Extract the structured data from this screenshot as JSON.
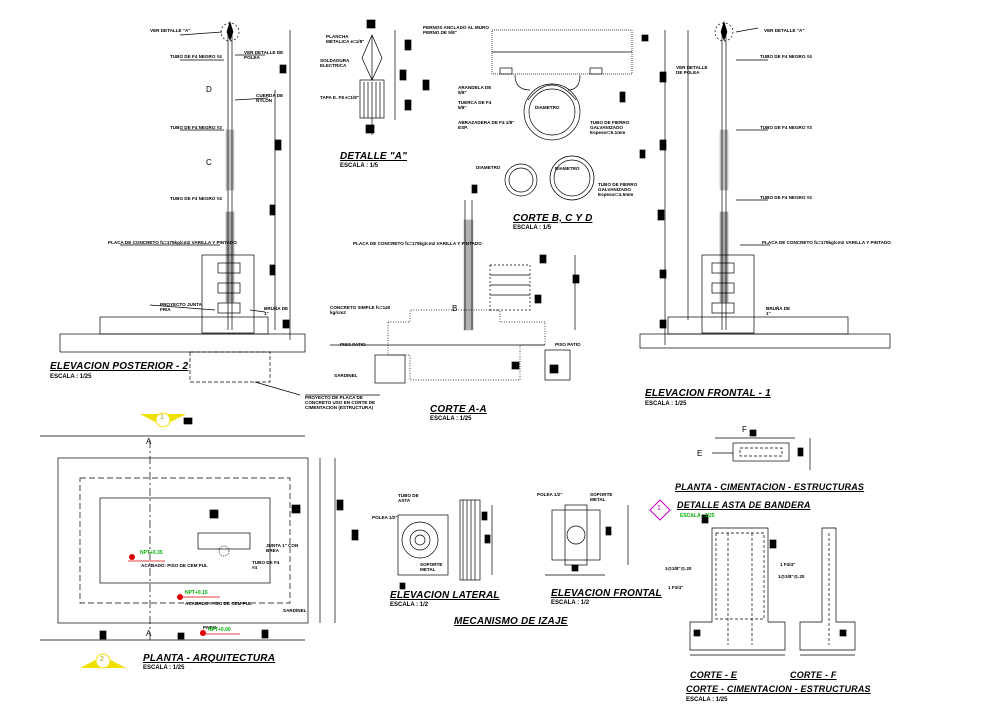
{
  "titles": {
    "elev_post": "ELEVACION POSTERIOR - 2",
    "elev_front": "ELEVACION FRONTAL - 1",
    "detalle_a": "DETALLE \"A\"",
    "corte_bcd": "CORTE B, C Y D",
    "corte_aa": "CORTE A-A",
    "planta_arq": "PLANTA - ARQUITECTURA",
    "elev_lateral": "ELEVACION LATERAL",
    "elev_frontal2": "ELEVACION FRONTAL",
    "mecanismo": "MECANISMO DE IZAJE",
    "planta_cim": "PLANTA - CIMENTACION - ESTRUCTURAS",
    "detalle_asta": "DETALLE ASTA DE BANDERA",
    "corte_e": "CORTE - E",
    "corte_f": "CORTE - F",
    "corte_cim": "CORTE - CIMENTACION - ESTRUCTURAS"
  },
  "scales": {
    "s125": "ESCALA : 1/25",
    "s15": "ESCALA : 1/5",
    "s12": "ESCALA : 1/2",
    "s125b": "ESCALA : 1/25"
  },
  "labels": {
    "A": "A",
    "B": "B",
    "C": "C",
    "D": "D",
    "E": "E",
    "F": "F",
    "n1": "1",
    "n2": "2",
    "pitch1": "1"
  },
  "notes": {
    "ver_detalle": "VER DETALLE \"A\"",
    "ver_detalle_polea": "VER DETALLE DE POLEA",
    "cuerda_nylon": "CUERDA DE NYLON",
    "tubo_f4": "TUBO DE F4 NEGRO #4",
    "tubo_f3": "TUBO DE F4 NEGRO #3",
    "placa_concreto": "PLACA DE CONCRETO fc=175kg/cm2 VARILLA Y PINTADO",
    "proyecto": "PROYECTO JUNTA FRIA",
    "bruna": "BRUÑA DE 1\"",
    "plancha": "PLANCHA METALICA e=1/8\"",
    "soldadura": "SOLDADURA ELECTRICA",
    "tapa": "TAPA E. F8 e=1/8\"",
    "pernos": "PERNOS ANCLADO AL MURO PERNO DE 5/8\"",
    "arandela": "ARANDELA DE 5/8\"",
    "tuerca": "TUERCA DE F4 5/8\"",
    "abrazadera": "ABRAZADERA DE F4 1/8\" ESP.",
    "tubo_fierro": "TUBO DE FIERRO GALVANIZADO Espesor=6.1mm",
    "diametro": "DIAMETRO",
    "tubo_galv": "TUBO DE FIERRO GALVANIZADO Espesor=4.5mm",
    "concreto_simple": "CONCRETO SIMPLE fc=140 kg/cm2",
    "piso_patio": "PISO PATIO",
    "sardinel": "SARDINEL",
    "proyecto_placa": "PROYECTO DE PLACA DE CONCRETO USO EN CORTE DE CIMENTACION (ESTRUCTURA)",
    "polea": "POLEA 1/2\"",
    "soporte": "SOPORTE METAL",
    "tubo_asta": "TUBO DE ASTA",
    "acabado_cem": "ACABADO: PISO DE CEM PUL",
    "junta": "JUNTA 1\" CON BREA",
    "tubo_f4p": "TUBO DE F4 #4",
    "patio": "PATIO",
    "npt1": "NPT+0.35",
    "npt2": "NPT+0.15",
    "npt3": "NPT+0.00",
    "fierro1": "1 F3/4\"",
    "estribos": "1@3/8\"@.20"
  },
  "colors": {
    "line": "#000000",
    "accent_yellow": "#f0e000",
    "level_red": "#e00000",
    "level_green": "#00b000",
    "magenta": "#c000c0"
  }
}
